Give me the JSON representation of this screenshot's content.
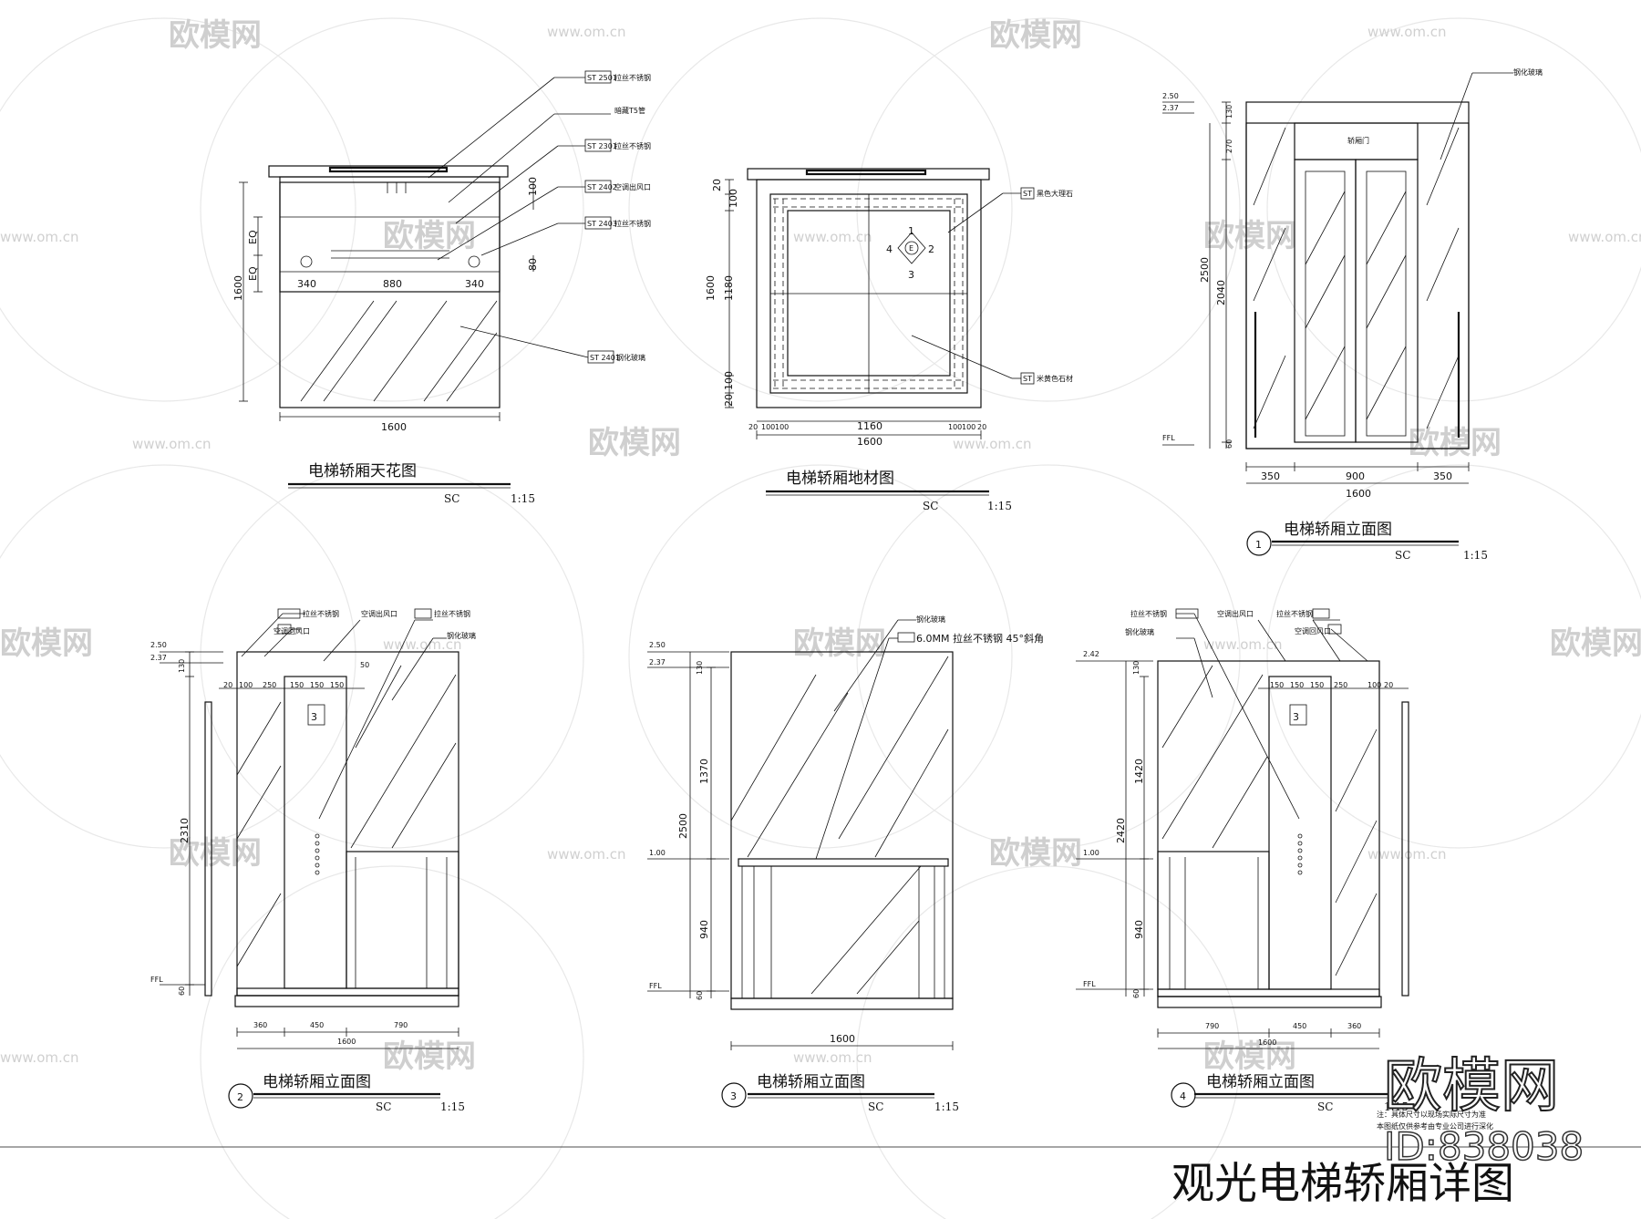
{
  "watermark": {
    "logo_text": "欧模网",
    "url": "www.om.cn",
    "brand": "欧模网",
    "id_label": "ID:838038"
  },
  "sheet_title": "观光电梯轿厢详图",
  "scale_prefix": "SC",
  "scale_value": "1:15",
  "ceiling_plan": {
    "title": "电梯轿厢天花图",
    "dims": {
      "eq1": "EQ",
      "eq2": "EQ",
      "height": "1600",
      "left": "340",
      "mid": "880",
      "right": "340",
      "width": "1600",
      "top": "100",
      "small": "80"
    },
    "tags": [
      {
        "code": "ST 2501",
        "note": "拉丝不锈钢"
      },
      {
        "code": "",
        "note": "暗藏T5管"
      },
      {
        "code": "ST 2301",
        "note": "拉丝不锈钢"
      },
      {
        "code": "ST 2402",
        "note": "空调出风口"
      },
      {
        "code": "ST 2403",
        "note": "拉丝不锈钢"
      },
      {
        "code": "ST 2401",
        "note": "钢化玻璃"
      }
    ]
  },
  "floor_plan": {
    "title": "电梯轿厢地材图",
    "dims": {
      "h_total": "1600",
      "h_inner": "1180",
      "top_a": "20",
      "top_b": "100",
      "bot_a": "100",
      "bot_b": "20",
      "w_inner": "1160",
      "w_total": "1600",
      "l1": "20",
      "l2": "100",
      "l3": "100",
      "r1": "100",
      "r2": "100",
      "r3": "20"
    },
    "compass": [
      "1",
      "2",
      "3",
      "4",
      "E"
    ],
    "tags": [
      {
        "code": "ST",
        "note": "黑色大理石"
      },
      {
        "code": "ST",
        "note": "米黄色石材"
      }
    ]
  },
  "elev1": {
    "num": "1",
    "title": "电梯轿厢立面图",
    "dims": {
      "lv1": "2.50",
      "lv2": "2.37",
      "d130": "130",
      "d270": "270",
      "d2500": "2500",
      "d2040": "2040",
      "d60": "60",
      "w350a": "350",
      "w900": "900",
      "w350b": "350",
      "w1600": "1600",
      "ffl": "FFL"
    },
    "tag_note": "钢化玻璃",
    "sign": "轿厢门"
  },
  "elev2": {
    "num": "2",
    "title": "电梯轿厢立面图",
    "dims": {
      "lv1": "2.50",
      "lv2": "2.37",
      "d130": "130",
      "d2310": "2310",
      "d60": "60",
      "t20": "20",
      "t100": "100",
      "t250": "250",
      "t150a": "150",
      "t150b": "150",
      "t150c": "150",
      "t50": "50",
      "b360": "360",
      "b450": "450",
      "b790": "790",
      "b1600": "1600",
      "ffl": "FFL"
    },
    "tags": [
      "拉丝不锈钢",
      "空调出风口",
      "拉丝不锈钢",
      "钢化玻璃",
      "空调回风口"
    ],
    "floor_ind": "3"
  },
  "elev3": {
    "num": "3",
    "title": "电梯轿厢立面图",
    "dims": {
      "lv1": "2.50",
      "lv2": "2.37",
      "lv3": "1.00",
      "d130": "130",
      "d1370": "1370",
      "d2500": "2500",
      "d940": "940",
      "d60": "60",
      "w1600": "1600",
      "ffl": "FFL"
    },
    "tags": [
      "钢化玻璃",
      "6.0MM 拉丝不锈钢 45°斜角"
    ]
  },
  "elev4": {
    "num": "4",
    "title": "电梯轿厢立面图",
    "dims": {
      "lv1": "2.42",
      "lv3": "1.00",
      "d130": "130",
      "d1420": "1420",
      "d2420": "2420",
      "d940": "940",
      "d60": "60",
      "t150a": "150",
      "t150b": "150",
      "t150c": "150",
      "t250": "250",
      "t100": "100",
      "t20": "20",
      "b790": "790",
      "b450": "450",
      "b360": "360",
      "b1600": "1600",
      "ffl": "FFL"
    },
    "tags": [
      "拉丝不锈钢",
      "空调出风口",
      "拉丝不锈钢",
      "钢化玻璃",
      "空调回风口"
    ],
    "floor_ind": "3",
    "note1": "注：具体尺寸以现场实际尺寸为准",
    "note2": "本图纸仅供参考由专业公司进行深化"
  }
}
